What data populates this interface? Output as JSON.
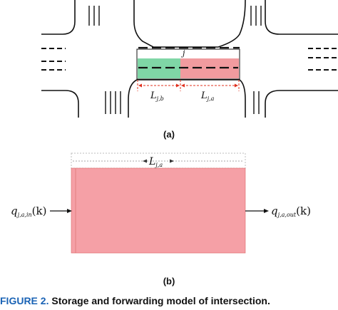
{
  "panel_a": {
    "label": "(a)",
    "lane_marker": "j",
    "length_in": {
      "main": "L",
      "sub": "j,b"
    },
    "length_out": {
      "main": "L",
      "sub": "j,a"
    },
    "colors": {
      "green_section": "#7fd6a6",
      "red_section": "#f19b9f",
      "dimension_arrow": "#e0301e"
    }
  },
  "panel_b": {
    "label": "(b)",
    "length": {
      "main": "L",
      "sub": "j,a"
    },
    "inflow": {
      "main": "q",
      "sub": "j,a,in",
      "arg": "(k)"
    },
    "outflow": {
      "main": "q",
      "sub": "j,a,out",
      "arg": "(k)"
    },
    "colors": {
      "fill": "#f5a0a6"
    }
  },
  "caption": {
    "figure_label": "FIGURE 2.",
    "text": "Storage and forwarding model of intersection."
  }
}
